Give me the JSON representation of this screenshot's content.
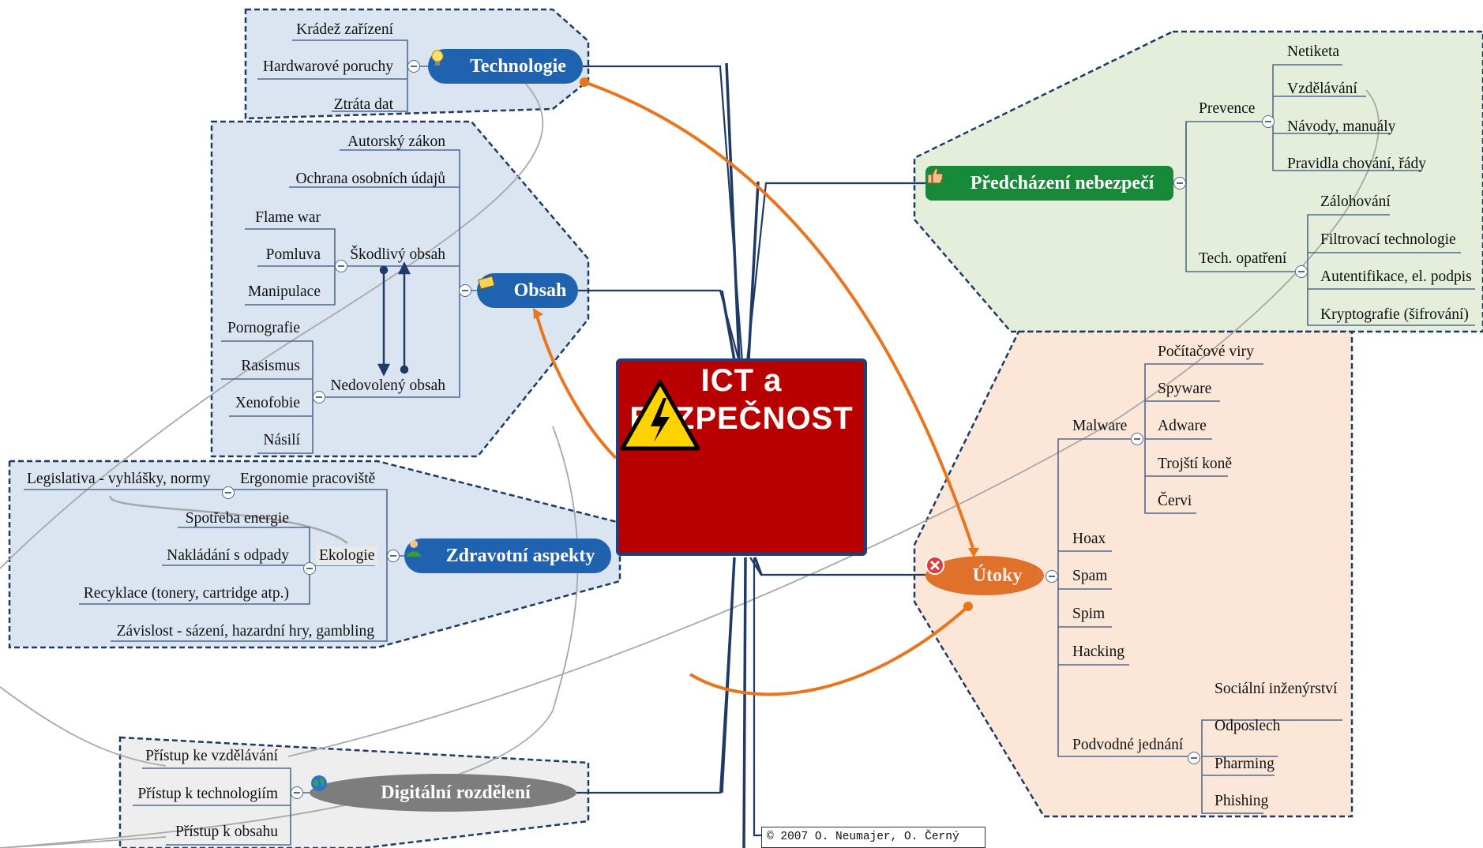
{
  "central": {
    "line1": "ICT a",
    "line2": "BEZPEČNOST",
    "icon": "high-voltage-warning-icon"
  },
  "copyright": "© 2007 O. Neumajer, O. Černý",
  "colors": {
    "center_fill": "#b80000",
    "blue_topic": "#1f63b0",
    "green_topic": "#178a3a",
    "orange_topic": "#e0712b",
    "gray_topic": "#7d7d7d",
    "blue_region": "#dbe5f1",
    "green_region": "#e4eedb",
    "orange_region": "#fbe6d7",
    "gray_region": "#eeeeee",
    "relationship": "#e8761e"
  },
  "topics": {
    "technologie": {
      "title": "Technologie",
      "icon": "light-bulb-icon",
      "items": [
        "Krádež zařízení",
        "Hardwarové poruchy",
        "Ztráta dat"
      ]
    },
    "obsah": {
      "title": "Obsah",
      "icon": "book-icon",
      "items": [
        "Autorský zákon",
        "Ochrana osobních údajů"
      ],
      "skodlivy": {
        "label": "Škodlivý obsah",
        "items": [
          "Flame war",
          "Pomluva",
          "Manipulace"
        ]
      },
      "nedovoleny": {
        "label": "Nedovolený obsah",
        "items": [
          "Pornografie",
          "Rasismus",
          "Xenofobie",
          "Násilí"
        ]
      }
    },
    "zdravotni": {
      "title": "Zdravotní aspekty",
      "icon": "person-icon",
      "ergonomie": "Ergonomie pracoviště",
      "legislativa": "Legislativa - vyhlášky, normy",
      "ekologie": {
        "label": "Ekologie",
        "items": [
          "Spotřeba energie",
          "Nakládání s odpady",
          "Recyklace (tonery, cartridge atp.)"
        ]
      },
      "zavislost": "Závislost - sázení, hazardní hry, gambling"
    },
    "digitalni": {
      "title": "Digitální rozdělení",
      "icon": "globe-icon",
      "items": [
        "Přístup ke vzdělávání",
        "Přístup k technologiím",
        "Přístup k obsahu"
      ]
    },
    "predchazeni": {
      "title": "Předcházení nebezpečí",
      "icon": "thumbs-up-icon",
      "prevence": {
        "label": "Prevence",
        "items": [
          "Netiketa",
          "Vzdělávání",
          "Návody, manuály",
          "Pravidla chování, řády"
        ]
      },
      "tech": {
        "label": "Tech. opatření",
        "items": [
          "Zálohování",
          "Filtrovací technologie",
          "Autentifikace, el. podpis",
          "Kryptografie (šifrování)"
        ]
      }
    },
    "utoky": {
      "title": "Útoky",
      "icon": "error-x-icon",
      "malware": {
        "label": "Malware",
        "items": [
          "Počítačové viry",
          "Spyware",
          "Adware",
          "Trojští koně",
          "Červi"
        ]
      },
      "items": [
        "Hoax",
        "Spam",
        "Spim",
        "Hacking"
      ],
      "podvodne": {
        "label": "Podvodné jednání",
        "items": [
          "Sociální inženýrství",
          "Odposlech",
          "Pharming",
          "Phishing"
        ]
      }
    }
  }
}
